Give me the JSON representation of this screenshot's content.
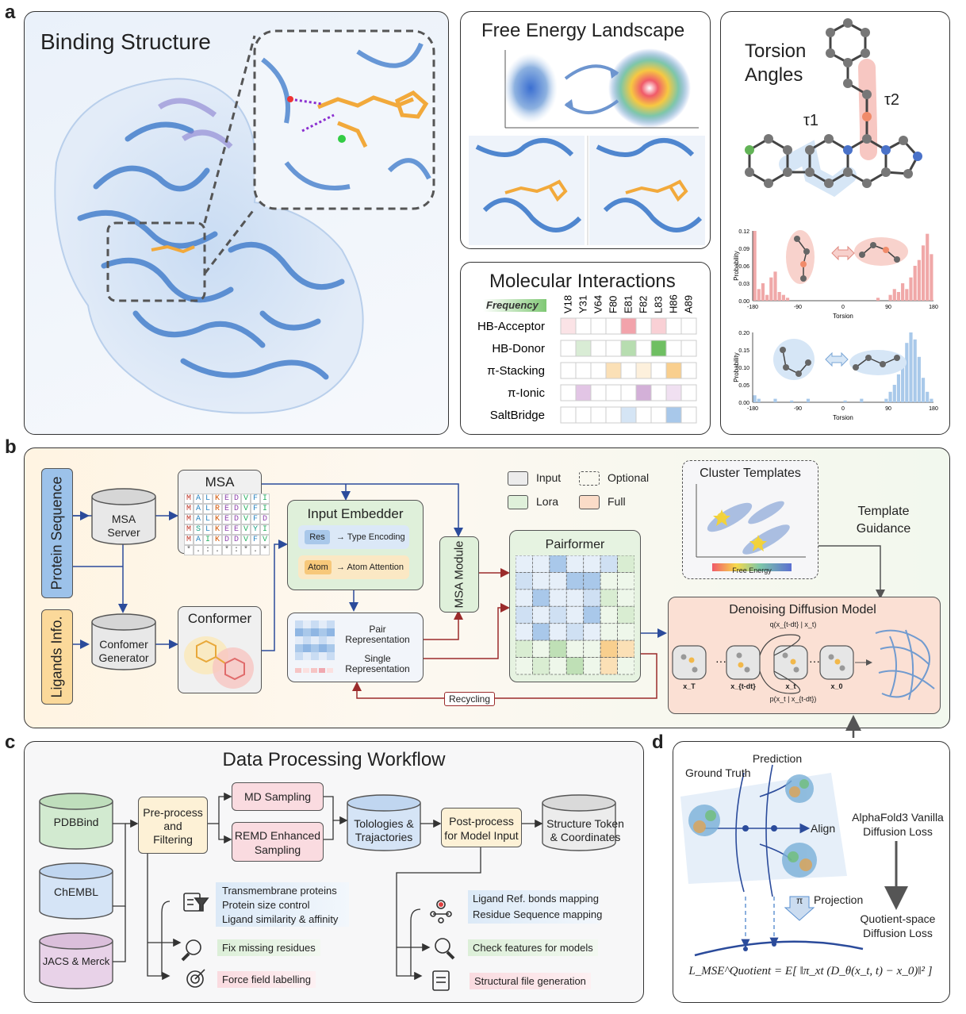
{
  "panel_labels": {
    "a": "a",
    "b": "b",
    "c": "c",
    "d": "d"
  },
  "panel_a": {
    "binding_title": "Binding Structure",
    "fel_title": "Free Energy Landscape",
    "torsion_title_1": "Torsion",
    "torsion_title_2": "Angles",
    "tau1": "τ1",
    "tau2": "τ2",
    "mi_title": "Molecular Interactions",
    "mi_frequency": "Frequency",
    "mi_residues": [
      "V18",
      "Y31",
      "V64",
      "F80",
      "E81",
      "F82",
      "L83",
      "H86",
      "A89"
    ],
    "mi_rows": [
      "HB-Acceptor",
      "HB-Donor",
      "π-Stacking",
      "π-Ionic",
      "SaltBridge"
    ],
    "mi_cells": [
      {
        "row": 0,
        "col": 0,
        "color": "#fbe3e6"
      },
      {
        "row": 0,
        "col": 4,
        "color": "#f2a3ab"
      },
      {
        "row": 0,
        "col": 6,
        "color": "#f9d0d5"
      },
      {
        "row": 1,
        "col": 1,
        "color": "#d9ecd5"
      },
      {
        "row": 1,
        "col": 4,
        "color": "#b7ddb0"
      },
      {
        "row": 1,
        "col": 6,
        "color": "#6fbf62"
      },
      {
        "row": 2,
        "col": 3,
        "color": "#fbe0b6"
      },
      {
        "row": 2,
        "col": 5,
        "color": "#fdf0dc"
      },
      {
        "row": 2,
        "col": 7,
        "color": "#f9cf8e"
      },
      {
        "row": 3,
        "col": 1,
        "color": "#e2c5e5"
      },
      {
        "row": 3,
        "col": 5,
        "color": "#d3b0d8"
      },
      {
        "row": 3,
        "col": 7,
        "color": "#f0e0f1"
      },
      {
        "row": 4,
        "col": 4,
        "color": "#d5e5f5"
      },
      {
        "row": 4,
        "col": 7,
        "color": "#a8c8ea"
      }
    ],
    "hist1": {
      "ylabel": "Probability",
      "xlabel": "Torsion",
      "yticks": [
        "0.12",
        "0.09",
        "0.06",
        "0.03",
        "0.00"
      ],
      "xticks": [
        "-180",
        "-90",
        "0",
        "90",
        "180"
      ],
      "color": "#f0a8a8",
      "values": [
        0.12,
        0.02,
        0.03,
        0.01,
        0.04,
        0.05,
        0.015,
        0.01,
        0.005,
        0,
        0,
        0,
        0,
        0,
        0,
        0,
        0,
        0,
        0,
        0,
        0,
        0,
        0,
        0,
        0,
        0,
        0,
        0,
        0,
        0,
        0.005,
        0,
        0,
        0.01,
        0.02,
        0.015,
        0.03,
        0.02,
        0.04,
        0.06,
        0.07,
        0.095,
        0.115,
        0.08
      ],
      "ymax": 0.12
    },
    "hist2": {
      "ylabel": "Probability",
      "xlabel": "Torsion",
      "yticks": [
        "0.20",
        "0.15",
        "0.10",
        "0.05",
        "0.00"
      ],
      "xticks": [
        "-180",
        "-90",
        "0",
        "90",
        "180"
      ],
      "color": "#a9c9ea",
      "values": [
        0.02,
        0.01,
        0,
        0,
        0,
        0.01,
        0,
        0,
        0,
        0.005,
        0,
        0,
        0,
        0.01,
        0,
        0,
        0,
        0,
        0,
        0,
        0,
        0,
        0.005,
        0,
        0,
        0,
        0.01,
        0,
        0,
        0,
        0,
        0,
        0.01,
        0.03,
        0.05,
        0.08,
        0.12,
        0.17,
        0.2,
        0.18,
        0.13,
        0.07,
        0.03,
        0.01
      ],
      "ymax": 0.2
    }
  },
  "panel_b": {
    "protein_sequence": "Protein Sequence",
    "ligands_info": "Ligands Info.",
    "msa_server_1": "MSA",
    "msa_server_2": "Server",
    "conformer_gen_1": "Confomer",
    "conformer_gen_2": "Generator",
    "msa_title": "MSA",
    "msa_rows": [
      "MALKEDVFI",
      "MALREDVFI",
      "MALKEDVFD",
      "MSLKEEVYI",
      "MAIKDDVFV",
      "*.:.*:*.*"
    ],
    "conformer_title": "Conformer",
    "input_embedder": "Input Embedder",
    "res_tag": "Res",
    "type_encoding": "→ Type Encoding",
    "atom_tag": "Atom",
    "atom_attention": "→ Atom Attention",
    "pair_rep_1": "Pair",
    "pair_rep_2": "Representation",
    "single_rep_1": "Single",
    "single_rep_2": "Representation",
    "msa_module": "MSA Module",
    "pairformer": "Pairformer",
    "recycling": "Recycling",
    "legend_input": "Input",
    "legend_optional": "Optional",
    "legend_lora": "Lora",
    "legend_full": "Full",
    "cluster_templates": "Cluster Templates",
    "free_energy": "Free Energy",
    "template_guidance_1": "Template",
    "template_guidance_2": "Guidance",
    "denoising_title": "Denoising Diffusion Model",
    "q_label": "q(x_{t-dt} | x_t)",
    "p_label": "p(x_t | x_{t-dt})",
    "x_labels": [
      "x_T",
      "x_{t-dt}",
      "x_t",
      "x_0"
    ]
  },
  "panel_c": {
    "title": "Data Processing Workflow",
    "pdbbind": "PDBBind",
    "chembl": "ChEMBL",
    "jacs": "JACS & Merck",
    "preprocess_1": "Pre-process",
    "preprocess_2": "and",
    "preprocess_3": "Filtering",
    "md_sampling": "MD Sampling",
    "remd_1": "REMD Enhanced",
    "remd_2": "Sampling",
    "topologies_1": "Tolologies &",
    "topologies_2": "Trajactories",
    "postprocess_1": "Post-process",
    "postprocess_2": "for Model Input",
    "structure_token_1": "Structure Token",
    "structure_token_2": "& Coordinates",
    "filter_items": [
      "Transmembrane proteins",
      "Protein size control",
      "Ligand similarity & affinity"
    ],
    "fix_missing": "Fix missing residues",
    "force_field": "Force field labelling",
    "mapping_items": [
      "Ligand Ref. bonds mapping",
      "Residue Sequence mapping"
    ],
    "check_features": "Check features for models",
    "structural_file": "Structural file generation"
  },
  "panel_d": {
    "prediction": "Prediction",
    "ground_truth": "Ground Truth",
    "align": "Align",
    "af3_1": "AlphaFold3 Vanilla",
    "af3_2": "Diffusion Loss",
    "projection": "Projection",
    "pi": "π",
    "quotient_1": "Quotient-space",
    "quotient_2": "Diffusion Loss",
    "formula": "L_MSE^Quotient = E[ ‖π_xt (D_θ(x_t, t) − x_0)‖² ]"
  }
}
